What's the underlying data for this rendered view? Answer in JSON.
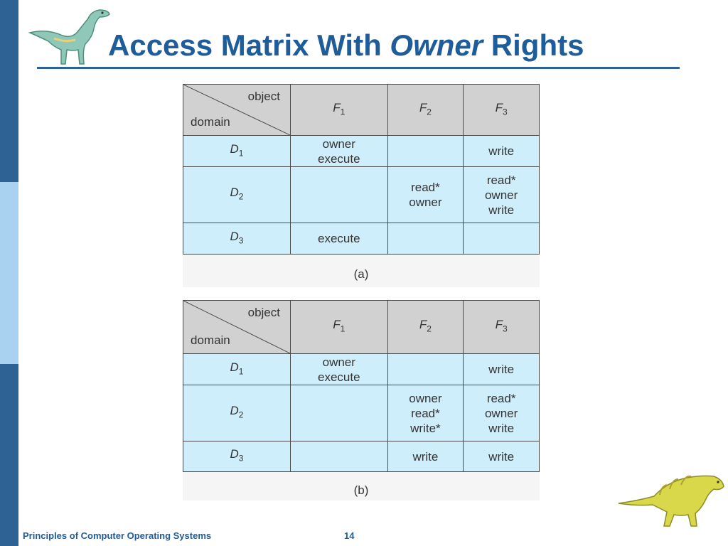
{
  "slide": {
    "title_part1": "Access Matrix With ",
    "title_owner": "Owner",
    "title_part2": " Rights",
    "footer_text": "Principles of Computer Operating Systems",
    "page_number": "14"
  },
  "colors": {
    "title": "#1e5c9a",
    "sidebar_dark": "#2e6194",
    "sidebar_light": "#a9d1f0",
    "header_cell": "#d1d1d1",
    "body_cell": "#cfeefc"
  },
  "matrix_common": {
    "object_label": "object",
    "domain_label": "domain",
    "columns": [
      {
        "letter": "F",
        "sub": "1"
      },
      {
        "letter": "F",
        "sub": "2"
      },
      {
        "letter": "F",
        "sub": "3"
      }
    ],
    "rows": [
      {
        "letter": "D",
        "sub": "1"
      },
      {
        "letter": "D",
        "sub": "2"
      },
      {
        "letter": "D",
        "sub": "3"
      }
    ]
  },
  "matrix_a": {
    "caption": "(a)",
    "cells": [
      [
        [
          "owner",
          "execute"
        ],
        [],
        [
          "write"
        ]
      ],
      [
        [],
        [
          "read*",
          "owner"
        ],
        [
          "read*",
          "owner",
          "write"
        ]
      ],
      [
        [
          "execute"
        ],
        [],
        []
      ]
    ]
  },
  "matrix_b": {
    "caption": "(b)",
    "cells": [
      [
        [
          "owner",
          "execute"
        ],
        [],
        [
          "write"
        ]
      ],
      [
        [],
        [
          "owner",
          "read*",
          "write*"
        ],
        [
          "read*",
          "owner",
          "write"
        ]
      ],
      [
        [],
        [
          "write"
        ],
        [
          "write"
        ]
      ]
    ]
  }
}
